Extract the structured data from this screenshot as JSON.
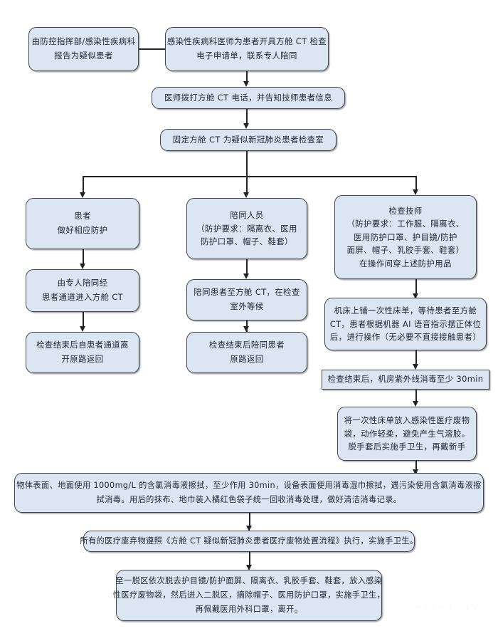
{
  "document": {
    "title": "方舱 CT 疑似新冠肺炎患者检查流程图",
    "type": "flowchart",
    "background_color": "#ffffff",
    "node_fill_color": "#dce6f2",
    "node_border_color": "#41464b",
    "connector_color": "#20242a",
    "text_color": "#1d2530"
  },
  "nodes": {
    "n1": {
      "id": "n1",
      "shape": "rounded-rect",
      "lines": [
        "由防控指挥部/感染性疾病科",
        "报告为疑似患者"
      ]
    },
    "n2": {
      "id": "n2",
      "shape": "rounded-rect",
      "lines": [
        "感染性疾病科医师为患者开具方舱 CT 检查",
        "电子申请单，联系专人陪同"
      ]
    },
    "n3": {
      "id": "n3",
      "shape": "rounded-rect",
      "lines": [
        "医师拨打方舱 CT 电话，并告知技师患者信息"
      ]
    },
    "n4": {
      "id": "n4",
      "shape": "rounded-rect",
      "lines": [
        "固定方舱 CT 为疑似新冠肺炎患者检查室"
      ]
    },
    "c1a": {
      "id": "c1a",
      "shape": "rounded-rect",
      "lines": [
        "患者",
        "做好相应防护"
      ]
    },
    "c1b": {
      "id": "c1b",
      "shape": "rounded-rect",
      "lines": [
        "由专人陪同经",
        "患者通道进入方舱 CT"
      ]
    },
    "c1c": {
      "id": "c1c",
      "shape": "rounded-rect",
      "lines": [
        "检查结束后自患者通道离",
        "开原路返回"
      ]
    },
    "c2a": {
      "id": "c2a",
      "shape": "rounded-rect",
      "lines": [
        "陪同人员",
        "（防护要求：隔离衣、医用",
        "防护口罩、帽子、鞋套）"
      ]
    },
    "c2b": {
      "id": "c2b",
      "shape": "rounded-rect",
      "lines": [
        "陪同患者至方舱 CT，在检查",
        "室外等候"
      ]
    },
    "c2c": {
      "id": "c2c",
      "shape": "rounded-rect",
      "lines": [
        "检查结束后陪同患者",
        "原路返回"
      ]
    },
    "c3a": {
      "id": "c3a",
      "shape": "rounded-rect",
      "lines": [
        "检查技师",
        "（防护要求：工作服、隔离衣、",
        "医用防护口罩、护目镜/防护",
        "面屏、帽子、乳胶手套、鞋套）",
        "在操作间穿上述防护用品"
      ]
    },
    "c3b": {
      "id": "c3b",
      "shape": "rounded-rect",
      "lines": [
        "机床上铺一次性床单，等待患者至方舱",
        "CT，患者根据机器 AI 语音指示摆正体位",
        "后，进行操作（无必要不直接接触患者）"
      ]
    },
    "c3c": {
      "id": "c3c",
      "shape": "rect",
      "lines": [
        "检查结束后，机房紫外线消毒至少 30min"
      ]
    },
    "c3d": {
      "id": "c3d",
      "shape": "rounded-rect",
      "lines": [
        "将一次性床单放入感染性医疗废物",
        "袋，动作轻柔，避免产生气溶胶。",
        "脱手套后实施手卫生，再戴新手"
      ]
    },
    "w1": {
      "id": "w1",
      "shape": "rounded-rect",
      "lines": [
        "物体表面、地面使用 1000mg/L 的含氯消毒液擦拭，至少作用 30min，设备表面使用消毒湿巾擦拭，遇污染使用含氯消毒液擦",
        "拭消毒。用后的抹布、地巾装入橘红色袋子统一回收消毒处理，做好清洁消毒记录。"
      ]
    },
    "w2": {
      "id": "w2",
      "shape": "rounded-rect",
      "lines": [
        "所有的医疗废弃物遵照《方舱 CT 疑似新冠肺炎患者医疗废物处置流程》执行，实施手卫生。"
      ]
    },
    "w3": {
      "id": "w3",
      "shape": "rounded-rect",
      "lines": [
        "至一脱区依次脱去护目镜/防护面屏、隔离衣、乳胶手套、鞋套，放入感染",
        "性医疗废物袋，然后进入二脱区，摘除帽子、医用防护口罩，实施手卫生，",
        "再佩戴医用外科口罩，离开。"
      ]
    }
  },
  "watermark": {
    "text": "· · ·   · · · · ·"
  }
}
